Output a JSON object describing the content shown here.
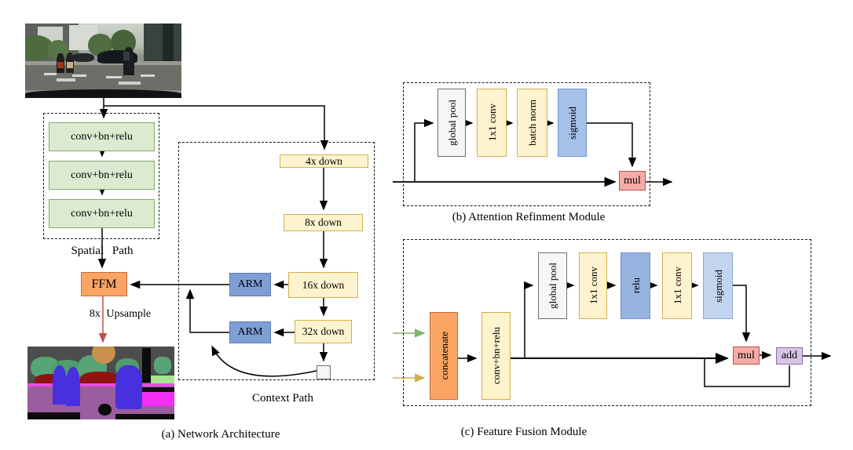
{
  "figure": {
    "caption_a": "(a) Network Architecture",
    "caption_b": "(b) Attention Refinment Module",
    "caption_c": "(c) Feature Fusion Module",
    "spatial_path": {
      "label": "Spatial Path",
      "blocks": [
        "conv+bn+relu",
        "conv+bn+relu",
        "conv+bn+relu"
      ]
    },
    "context_path": {
      "label": "Context Path",
      "down_blocks": [
        "4x down",
        "8x down",
        "16x down",
        "32x down"
      ],
      "arm1": "ARM",
      "arm2": "ARM"
    },
    "ffm_label": "FFM",
    "upsample_label": "8x Upsample",
    "arm_module": {
      "blocks": [
        "global pool",
        "1x1 conv",
        "batch norm",
        "sigmoid"
      ],
      "mul": "mul"
    },
    "ffm_module": {
      "concatenate": "concatenate",
      "conv": "conv+bn+relu",
      "blocks": [
        "global pool",
        "1x1 conv",
        "relu",
        "1x1 conv",
        "sigmoid"
      ],
      "mul": "mul",
      "add": "add"
    },
    "colors": {
      "green_block_fill": "#dcead2",
      "green_block_border": "#80ab64",
      "yellow_block_fill": "#fdf3ce",
      "yellow_block_border": "#d2b04c",
      "arm_fill": "#7e9fd6",
      "orange_fill": "#f9a463",
      "mul_fill": "#f5aca6",
      "add_fill": "#d6c6e4",
      "upsample_arrow": "#c0504d",
      "spatial_input_arrow": "#82b366",
      "context_input_arrow": "#d2b04c"
    }
  }
}
